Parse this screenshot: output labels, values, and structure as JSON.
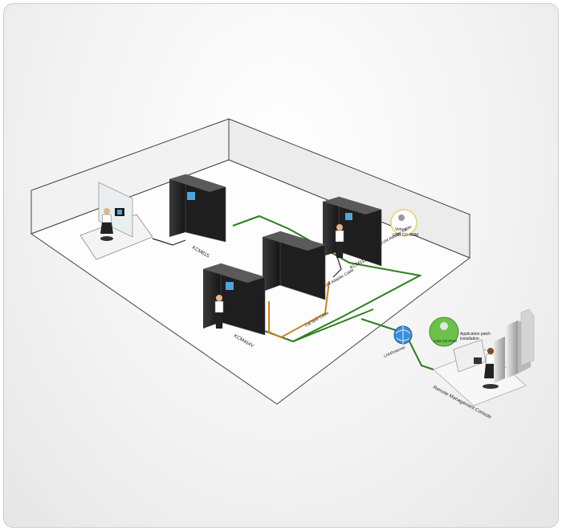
{
  "labels": {
    "kcm815": "KCM815",
    "kcm1116": "KCM1116",
    "kcm464v": "KCM464V",
    "kvm_cable_1": "KVM Adapter Cable",
    "kvm_cable_2": "KVM Adapter Cable",
    "cat5e": "Cat 5e/6 Cable",
    "virtual_usb_line1": "Virtual",
    "virtual_usb_line2": "USB CD-ROM",
    "usb_cdrom": "USB CD-ROM",
    "app_patch_line1": "Application patch",
    "app_patch_line2": "installation",
    "lan": "LAN/Internet",
    "remote_console": "Remote Management Console"
  },
  "colors": {
    "lan_cable": "#2e7d1f",
    "cat5_cable": "#c8832a",
    "kvm_cable": "#222222",
    "badge_green": "#6cc14a",
    "globe_blue": "#3b8fd6"
  },
  "icons": [
    "globe-icon",
    "cd-rom-icon",
    "person-icon",
    "server-rack-icon",
    "office-building-icon"
  ]
}
